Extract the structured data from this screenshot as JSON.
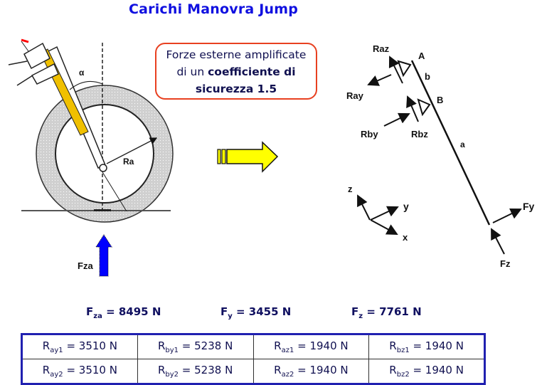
{
  "title": "Carichi Manovra Jump",
  "note": {
    "line1": "Forze esterne amplificate",
    "line2_prefix": "di un ",
    "line2_bold": "coefficiente di",
    "line3_bold": "sicurezza 1.5"
  },
  "wheel_diagram": {
    "angle_label": "α",
    "radius_label": "Ra",
    "force_label": "Fza",
    "colors": {
      "fork": "#f0c000",
      "tire": "#d0d0d0",
      "force_arrow": "#0000ff",
      "marker": "#ff0000"
    }
  },
  "transition_arrow": {
    "color": "#ffff00"
  },
  "beam_diagram": {
    "labels": {
      "raz": "Raz",
      "ray": "Ray",
      "rby": "Rby",
      "rbz": "Rbz",
      "point_a": "A",
      "point_b": "B",
      "segment_b": "b",
      "segment_a": "a",
      "fy": "Fy",
      "fz": "Fz"
    },
    "axes": {
      "z": "z",
      "y": "y",
      "x": "x"
    }
  },
  "forces": [
    {
      "symbol": "F",
      "sub": "za",
      "value": "= 8495 N"
    },
    {
      "symbol": "F",
      "sub": "y",
      "value": "= 3455 N"
    },
    {
      "symbol": "F",
      "sub": "z",
      "value": "= 7761 N"
    }
  ],
  "reactions": [
    [
      {
        "symbol": "R",
        "sub": "ay1",
        "value": "= 3510 N"
      },
      {
        "symbol": "R",
        "sub": "by1",
        "value": "= 5238 N"
      },
      {
        "symbol": "R",
        "sub": "az1",
        "value": "= 1940 N"
      },
      {
        "symbol": "R",
        "sub": "bz1",
        "value": "= 1940 N"
      }
    ],
    [
      {
        "symbol": "R",
        "sub": "ay2",
        "value": "= 3510 N"
      },
      {
        "symbol": "R",
        "sub": "by2",
        "value": "= 5238 N"
      },
      {
        "symbol": "R",
        "sub": "az2",
        "value": "= 1940 N"
      },
      {
        "symbol": "R",
        "sub": "bz2",
        "value": "= 1940 N"
      }
    ]
  ]
}
